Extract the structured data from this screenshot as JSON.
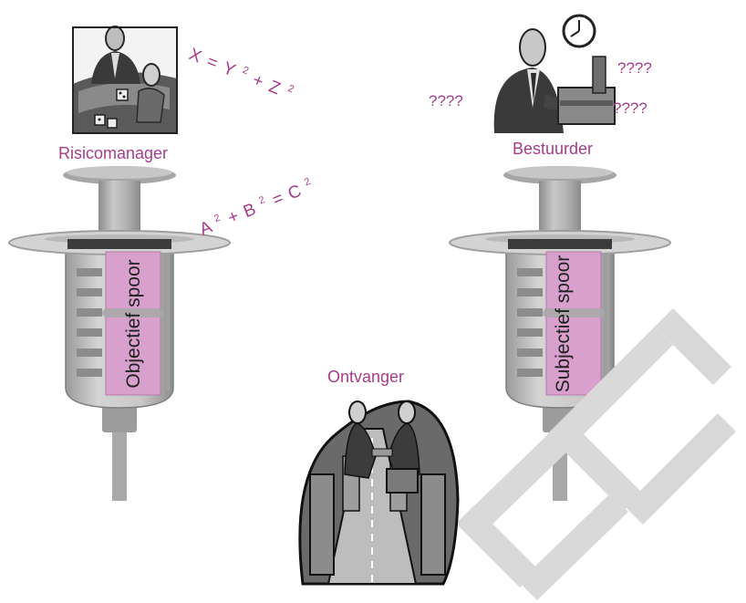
{
  "roles": {
    "risk_manager": "Risicomanager",
    "director": "Bestuurder",
    "recipient": "Ontvanger"
  },
  "tracks": {
    "objective": "Objectief spoor",
    "subjective": "Subjectief spoor"
  },
  "formulas": {
    "xyz": {
      "a": "X",
      "eq": "=",
      "b": "Y",
      "b_exp": "2",
      "plus": "+",
      "c": "Z",
      "c_exp": "2"
    },
    "abc": {
      "a": "A",
      "a_exp": "2",
      "plus": "+",
      "b": "B",
      "b_exp": "2",
      "eq": "=",
      "c": "C",
      "c_exp": "2"
    }
  },
  "question_marks": [
    "????",
    "????",
    "????"
  ],
  "watermark": "EN",
  "colors": {
    "accent": "#a63c8c",
    "fluid": "#d8a0cc",
    "metal": "#9a9a9a",
    "watermark": "#d7d7d7"
  }
}
